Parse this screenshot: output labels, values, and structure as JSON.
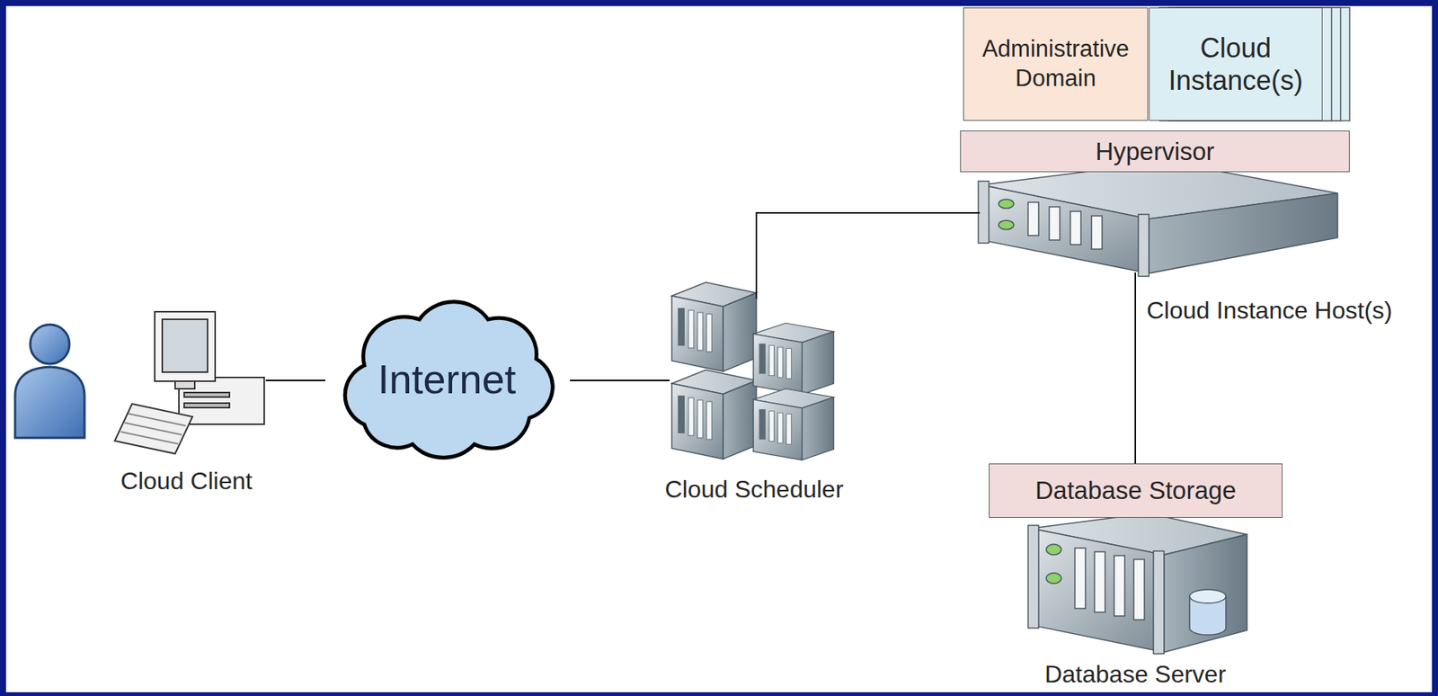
{
  "diagram": {
    "nodes": [
      {
        "text": [
          "Administrative Domain"
        ]
      },
      {
        "text": [
          "Cloud Instance(s)"
        ]
      },
      {
        "text": [
          "Hypervisor"
        ]
      },
      {
        "text": [
          "Cloud Client"
        ]
      },
      {
        "text": [
          "Internet"
        ]
      },
      {
        "text": [
          "Cloud Scheduler"
        ]
      },
      {
        "text": [
          "Cloud Instance Host(s)"
        ]
      },
      {
        "text": [
          "Database Storage"
        ]
      },
      {
        "text": [
          "Database Server"
        ]
      }
    ],
    "edges": [
      {
        "from": 3,
        "to": 4,
        "arrow": "none"
      },
      {
        "from": 4,
        "to": 5,
        "arrow": "none"
      },
      {
        "from": 5,
        "to": 6,
        "arrow": "none"
      },
      {
        "from": 6,
        "to": 7,
        "arrow": "none"
      }
    ]
  }
}
